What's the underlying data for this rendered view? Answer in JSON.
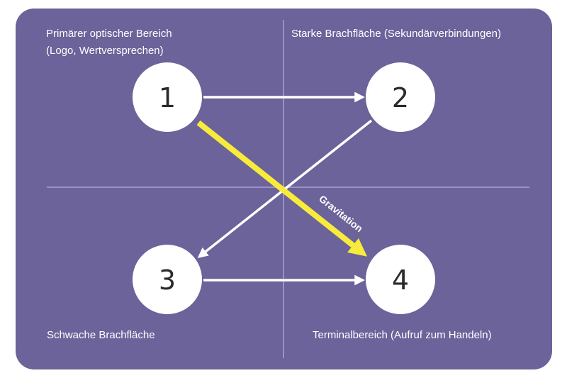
{
  "colors": {
    "background": "#6b6399",
    "divider": "#9a93c3",
    "arrow": "#ffffff",
    "gravity_arrow": "#f7ec3c",
    "node_fill": "#ffffff",
    "node_text": "#2a2a2a"
  },
  "quadrants": {
    "top_left": {
      "line1": "Primärer optischer Bereich",
      "line2": "(Logo, Wertversprechen)"
    },
    "top_right": {
      "line1": "Starke Brachfläche (Sekundärverbindungen)"
    },
    "bottom_left": {
      "line1": "Schwache Brachfläche"
    },
    "bottom_right": {
      "line1": "Terminalbereich (Aufruf zum Handeln)"
    }
  },
  "nodes": {
    "n1": "1",
    "n2": "2",
    "n3": "3",
    "n4": "4"
  },
  "gravity": {
    "label": "Gravitation"
  },
  "flow": [
    "1 → 2",
    "2 → 3",
    "3 → 4",
    "1 → 4 (Gravitation)"
  ]
}
